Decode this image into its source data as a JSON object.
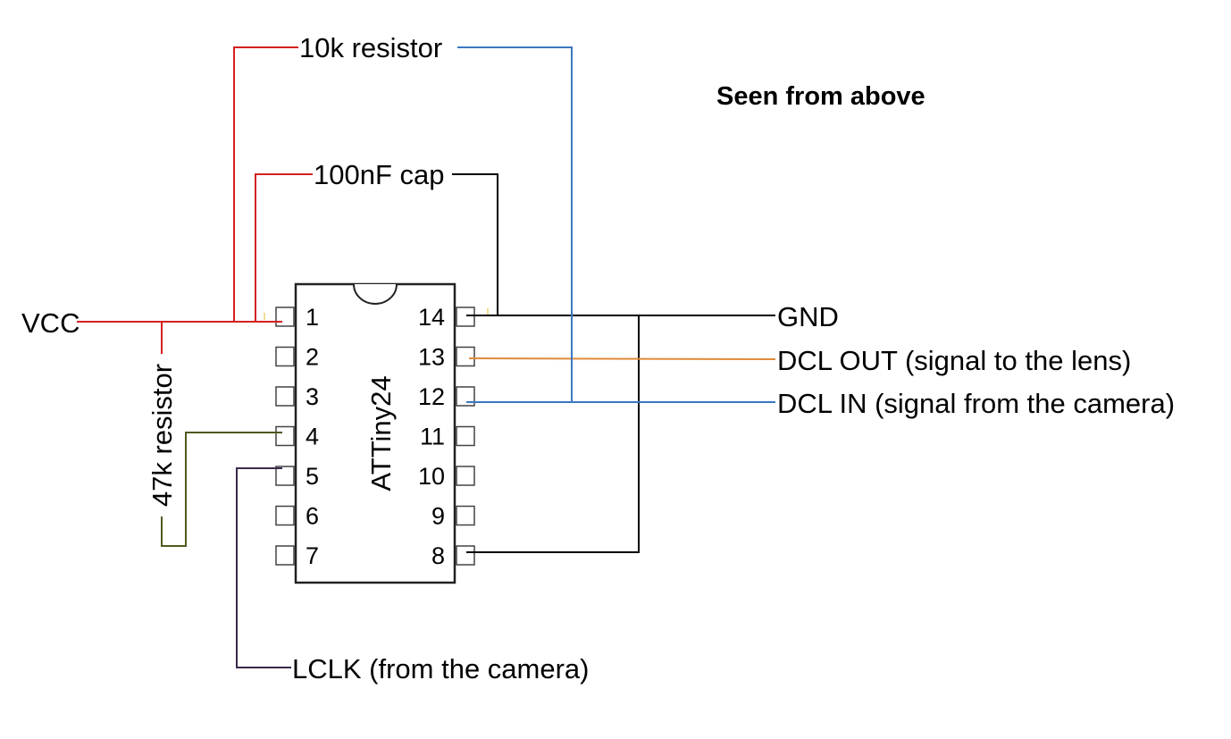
{
  "heading": "Seen from above",
  "chip": {
    "name": "ATTiny24",
    "left_pins": [
      "1",
      "2",
      "3",
      "4",
      "5",
      "6",
      "7"
    ],
    "right_pins": [
      "14",
      "13",
      "12",
      "11",
      "10",
      "9",
      "8"
    ]
  },
  "labels": {
    "vcc": "VCC",
    "gnd": "GND",
    "dcl_out": "DCL OUT (signal to the lens)",
    "dcl_in": "DCL IN (signal from the camera)",
    "lclk": "LCLK (from the camera)",
    "res_10k": "10k resistor",
    "cap_100nf": "100nF cap",
    "res_47k": "47k resistor"
  },
  "colors": {
    "vcc_wire": "#d42020",
    "gnd_wire": "#000000",
    "dcl_out_wire": "#e08a3a",
    "dcl_in_wire": "#3a78c0",
    "pin4_wire": "#4d5a1e",
    "pin5_wire": "#3a2a4a"
  }
}
